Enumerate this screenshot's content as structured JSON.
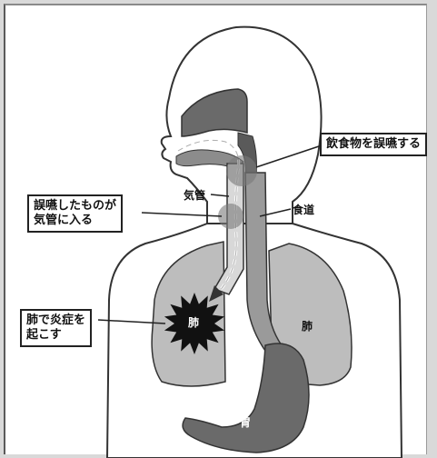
{
  "callouts": {
    "aspirate": "飲食物を誤嚥する",
    "into_trachea": [
      "誤嚥したものが",
      "気管に入る"
    ],
    "pneumonia": [
      "肺で炎症を",
      "起こす"
    ]
  },
  "labels": {
    "trachea": "気管",
    "esophagus": "食道",
    "lung_left": "肺",
    "lung_right": "肺",
    "stomach": "胃"
  }
}
